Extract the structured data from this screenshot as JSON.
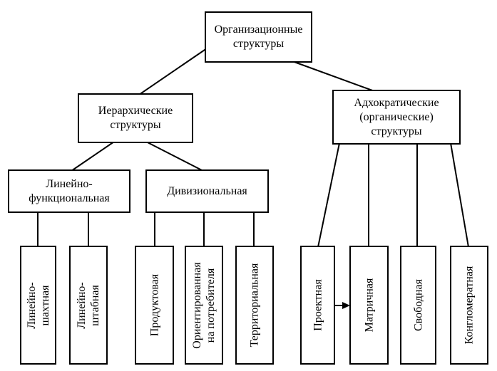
{
  "diagram": {
    "root": "Организационные\nструктуры",
    "hierarchical": "Иерархические\nструктуры",
    "adhocratic": "Адхократические\n(органические)\nструктуры",
    "linear_functional": "Линейно-\nфункциональная",
    "divisional": "Дивизиональная",
    "leaves": {
      "linear_staff": "Линейно-\nшахтная",
      "linear_headquarters": "Линейно-\nштабная",
      "product": "Продуктовая",
      "customer_oriented": "Ориентированная\nна потребителя",
      "territorial": "Территориальная",
      "project": "Проектная",
      "matrix": "Матричная",
      "free": "Свободная",
      "conglomerate": "Конгломератная"
    }
  }
}
